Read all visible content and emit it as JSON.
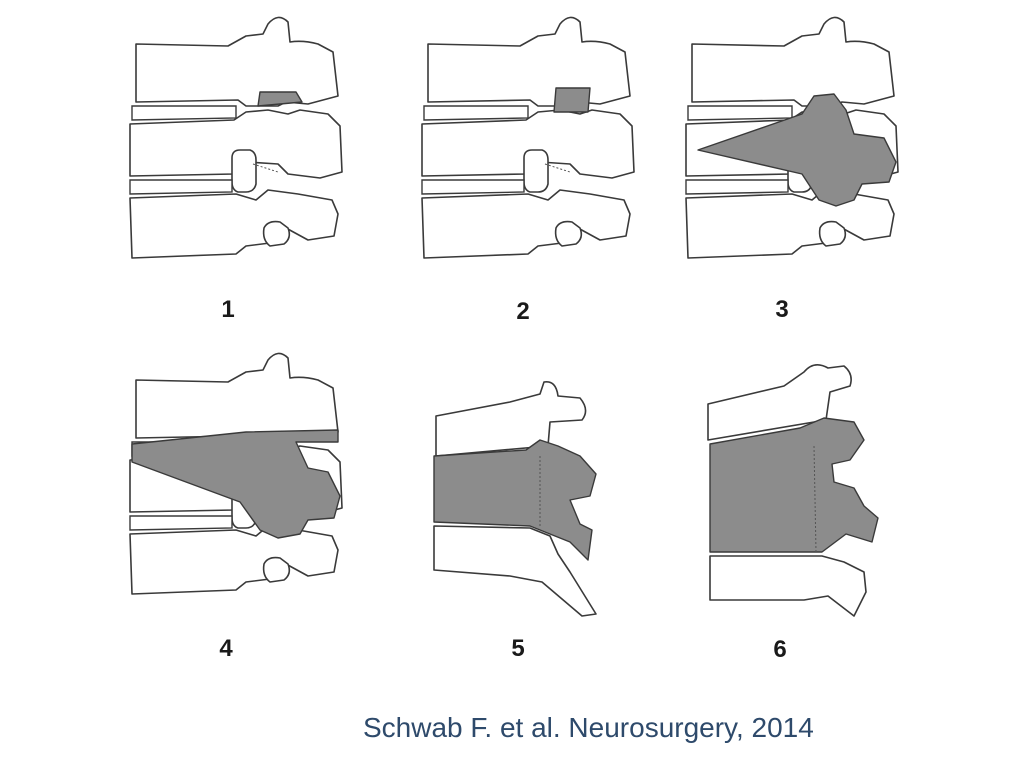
{
  "figure": {
    "panels": [
      {
        "number": "1"
      },
      {
        "number": "2"
      },
      {
        "number": "3"
      },
      {
        "number": "4"
      },
      {
        "number": "5"
      },
      {
        "number": "6"
      }
    ],
    "citation": "Schwab F. et al. Neurosurgery, 2014"
  },
  "colors": {
    "resection_fill": "#8c8c8c",
    "outline": "#3a3a3a",
    "citation_text": "#2e4a6b"
  }
}
